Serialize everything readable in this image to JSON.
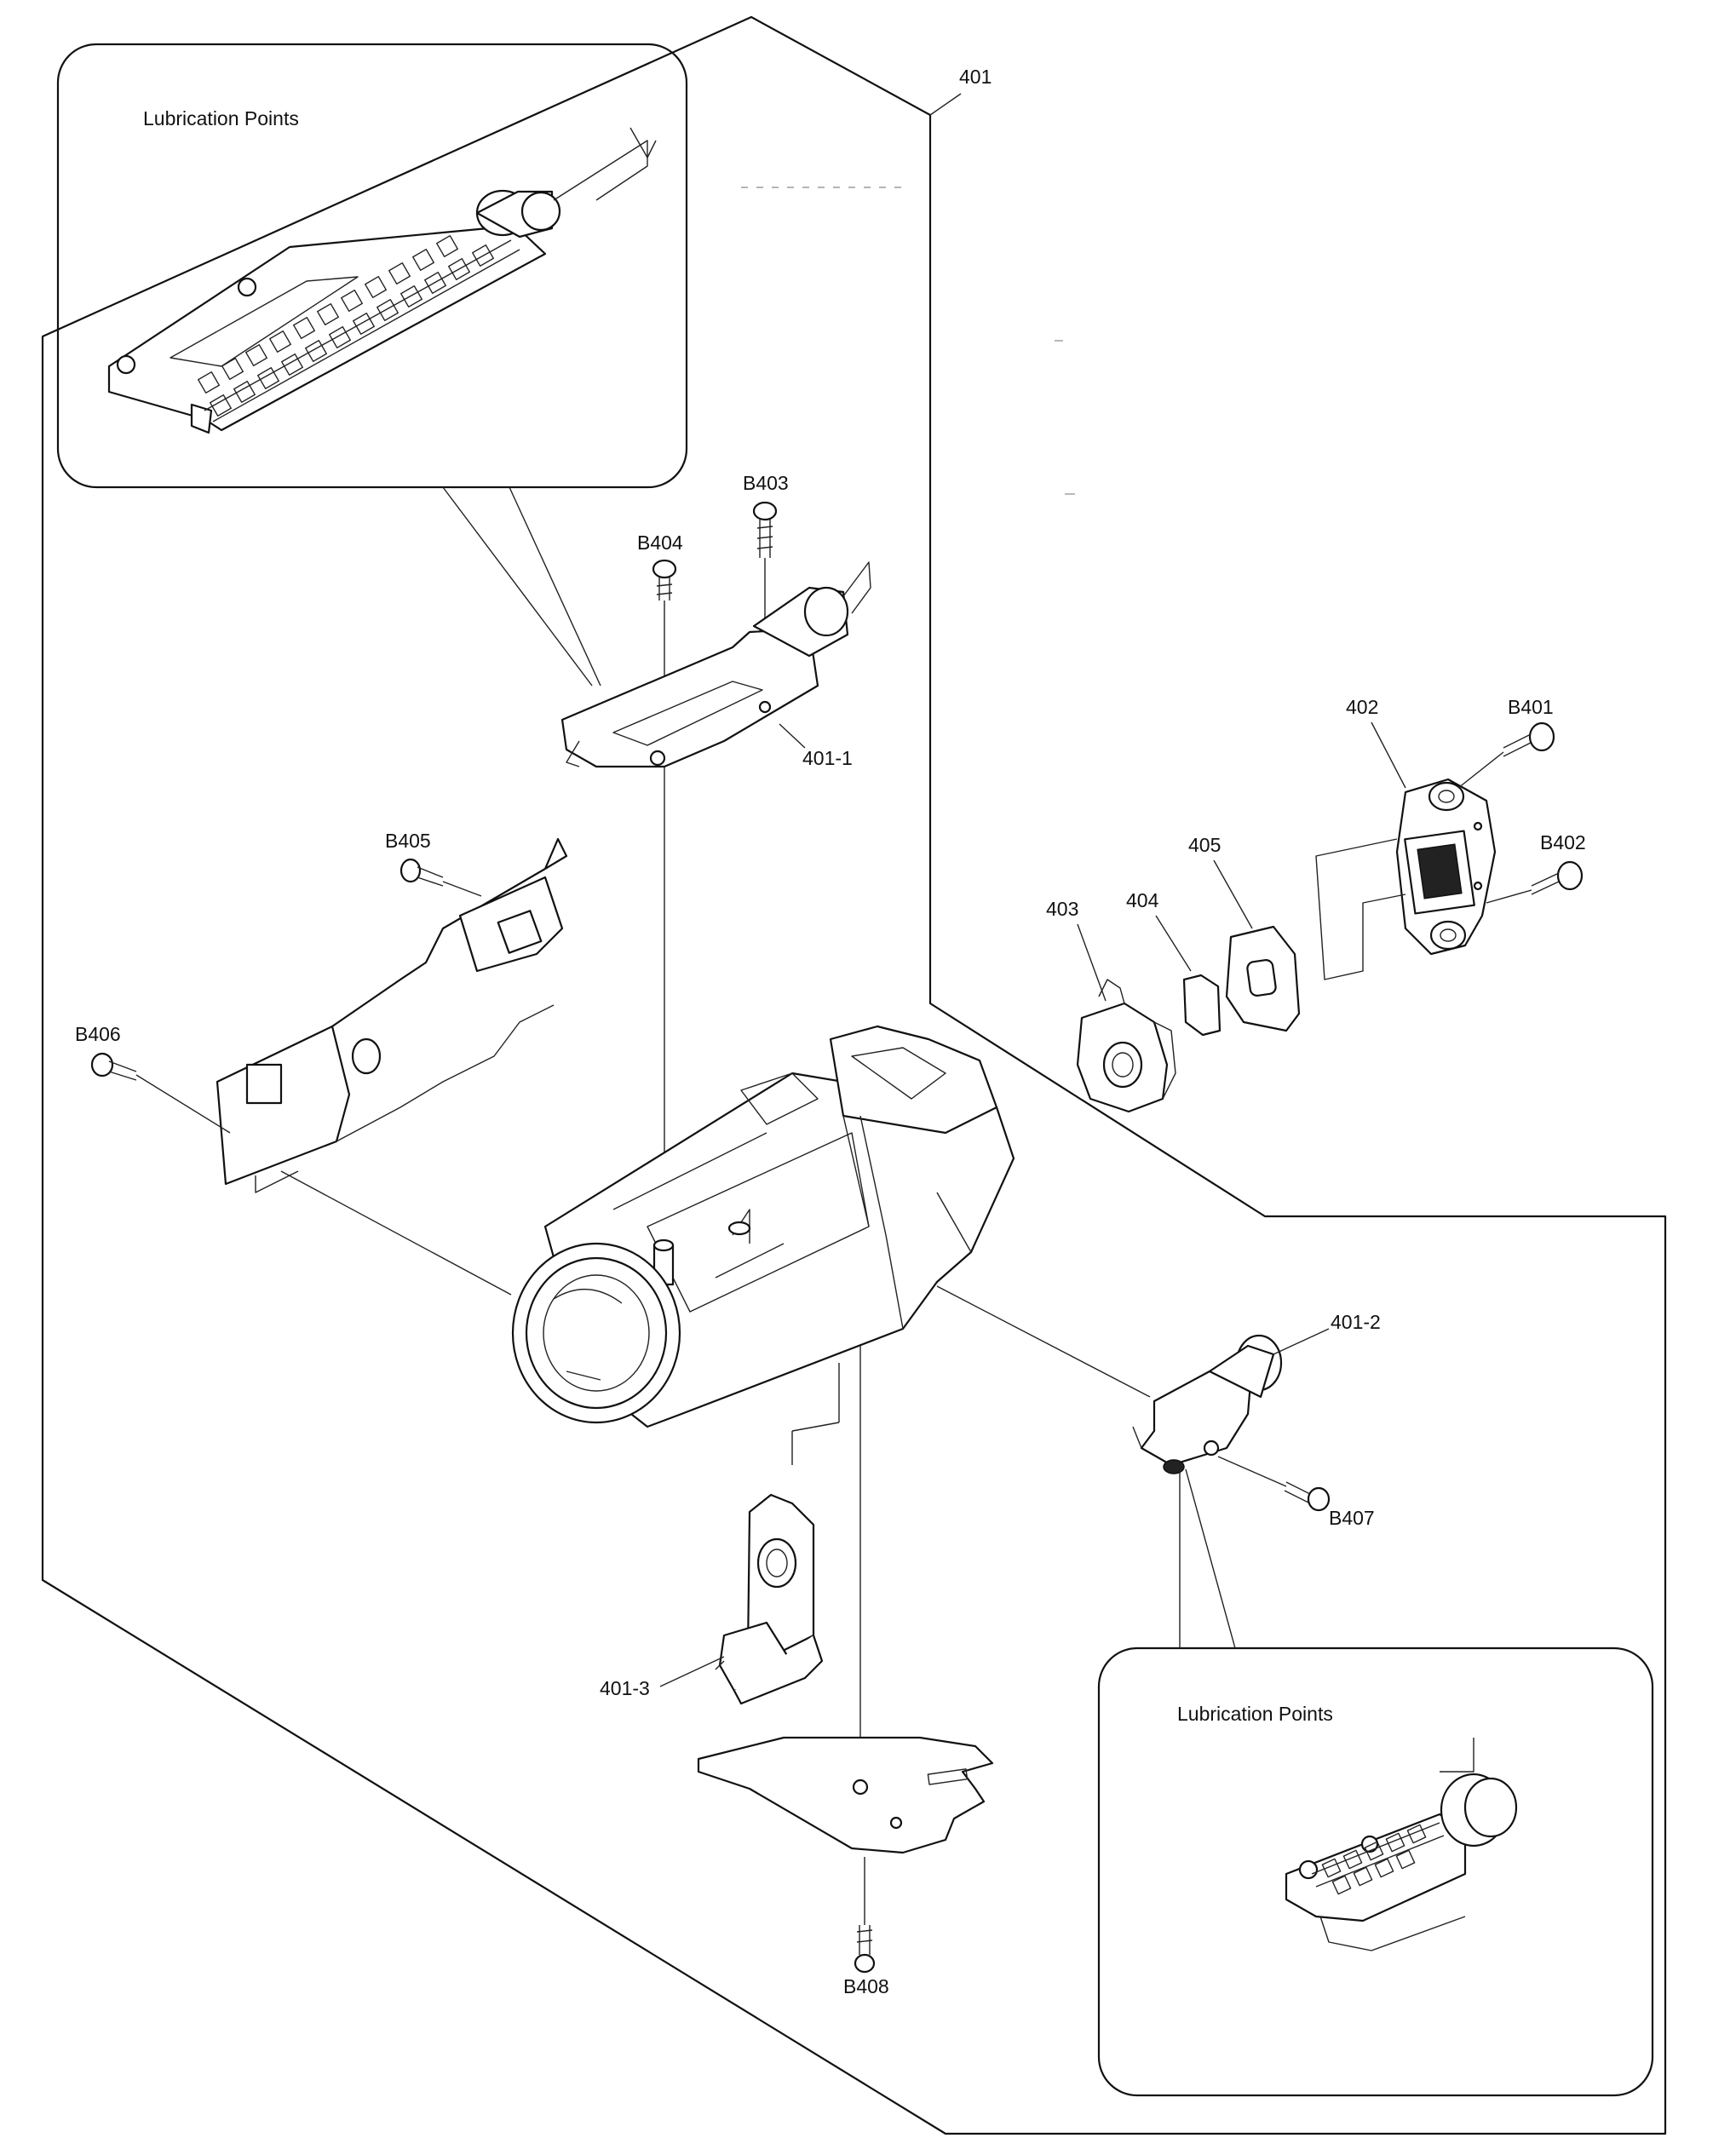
{
  "callouts": {
    "top_left_title": "Lubrication Points",
    "bottom_right_title": "Lubrication Points"
  },
  "labels": {
    "p401": "401",
    "p401_1": "401-1",
    "p401_2": "401-2",
    "p401_3": "401-3",
    "p402": "402",
    "p403": "403",
    "p404": "404",
    "p405": "405",
    "b401": "B401",
    "b402": "B402",
    "b403": "B403",
    "b404": "B404",
    "b405": "B405",
    "b406": "B406",
    "b407": "B407",
    "b408": "B408"
  }
}
